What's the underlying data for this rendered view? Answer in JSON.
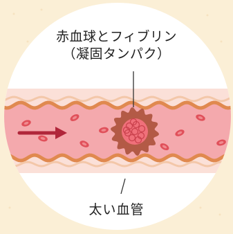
{
  "labels": {
    "clot_title": "赤血球とフィブリン",
    "clot_subtitle": "（凝固タンパク）",
    "vessel_label": "太い血管"
  },
  "colors": {
    "background": "#fbefd6",
    "circle": "#ffffff",
    "vessel_wall": "#e0894f",
    "vessel_lumen": "#f4a9ad",
    "red_cell": "#e0505a",
    "clot_outer": "#b35a46",
    "clot_inner": "#f0707a",
    "arrow": "#b0263a"
  },
  "icons": {
    "flow_arrow": "arrow-right-icon",
    "blood_clot": "blood-clot-icon",
    "red_blood_cell": "red-blood-cell-icon"
  }
}
